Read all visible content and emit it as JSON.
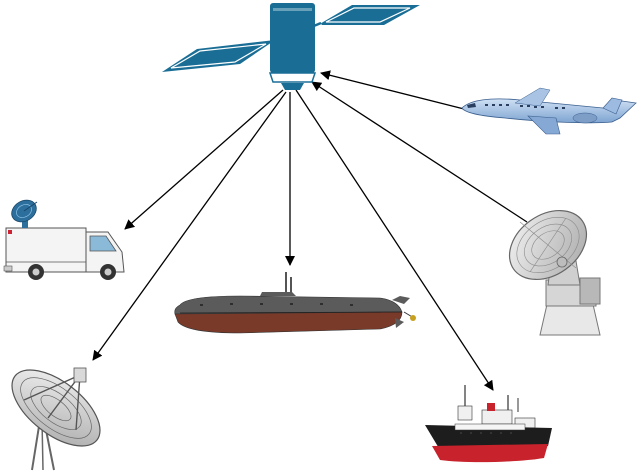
{
  "diagram": {
    "nodes": [
      {
        "id": "satellite",
        "icon": "satellite-icon"
      },
      {
        "id": "airplane",
        "icon": "airplane-icon"
      },
      {
        "id": "ground-station",
        "icon": "radar-dish-icon"
      },
      {
        "id": "van",
        "icon": "satellite-van-icon"
      },
      {
        "id": "submarine",
        "icon": "submarine-icon"
      },
      {
        "id": "ground-dish",
        "icon": "parabolic-antenna-icon"
      },
      {
        "id": "ship",
        "icon": "ship-icon"
      }
    ],
    "links": [
      {
        "from": "airplane",
        "to": "satellite"
      },
      {
        "from": "ground-station",
        "to": "satellite"
      },
      {
        "from": "satellite",
        "to": "van"
      },
      {
        "from": "satellite",
        "to": "submarine"
      },
      {
        "from": "satellite",
        "to": "ground-dish"
      },
      {
        "from": "satellite",
        "to": "ship"
      }
    ],
    "colors": {
      "satellite": "#1a6e96",
      "airplane": "#8fb3dc",
      "submarine_top": "#5b5b5b",
      "submarine_bottom": "#7a3a2a",
      "ship_hull": "#c8232c",
      "arrow": "#000000"
    }
  }
}
